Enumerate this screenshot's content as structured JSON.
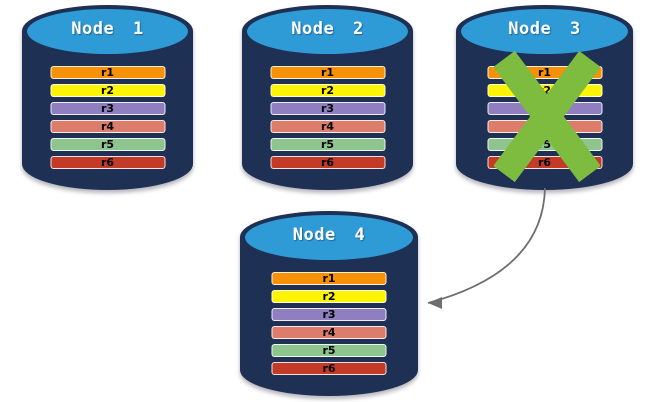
{
  "nodes": [
    {
      "label": "Node 1",
      "status": "active"
    },
    {
      "label": "Node 2",
      "status": "active"
    },
    {
      "label": "Node 3",
      "status": "failed"
    },
    {
      "label": "Node 4",
      "status": "active"
    }
  ],
  "replicas": [
    {
      "label": "r1",
      "color": "#F79208"
    },
    {
      "label": "r2",
      "color": "#FDF403"
    },
    {
      "label": "r3",
      "color": "#8F7EC0"
    },
    {
      "label": "r4",
      "color": "#DC7C6B"
    },
    {
      "label": "r5",
      "color": "#8EC48E"
    },
    {
      "label": "r6",
      "color": "#C33B26"
    }
  ],
  "colors": {
    "cylinder_body": "#1E3053",
    "cylinder_top": "#2E9BD6",
    "failure_x": "#7DBC3F",
    "arrow": "#6E6E6E"
  },
  "arrow": {
    "from": "Node 3",
    "to": "Node 4"
  }
}
